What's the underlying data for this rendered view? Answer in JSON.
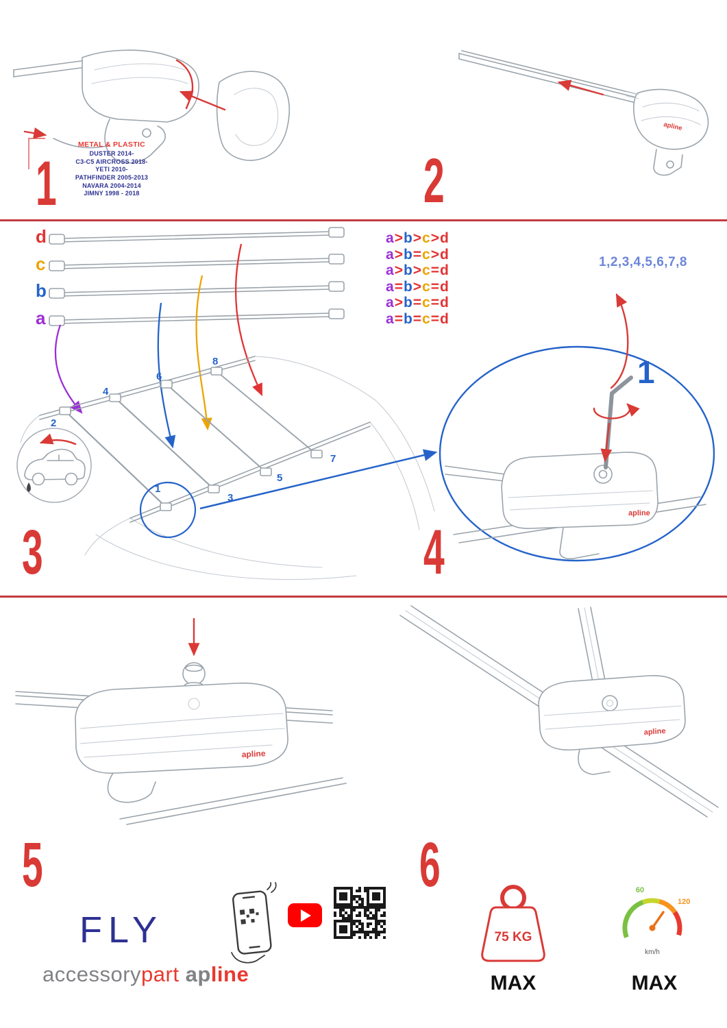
{
  "steps": {
    "n1": "1",
    "n2": "2",
    "n3": "3",
    "n4": "4",
    "n5": "5",
    "n6": "6"
  },
  "section1": {
    "material_title": "METAL & PLASTIC",
    "vehicles": [
      "DUSTER 2014-",
      "C3-C5 AIRCROSS 2018-",
      "YETI 2010-",
      "PATHFINDER 2005-2013",
      "NAVARA 2004-2014",
      "JIMNY 1998 - 2018"
    ]
  },
  "section3": {
    "bar_labels": [
      {
        "label": "d",
        "color": "#e23333"
      },
      {
        "label": "c",
        "color": "#eda400"
      },
      {
        "label": "b",
        "color": "#2563c9"
      },
      {
        "label": "a",
        "color": "#9b2fd6"
      }
    ],
    "letter_colors": {
      "a": "#9b2fd6",
      "b": "#2563c9",
      "c": "#eda400",
      "d": "#e23333",
      "operator": "#e23333"
    },
    "comparisons": [
      "a>b>c>d",
      "a>b=c>d",
      "a>b>c=d",
      "a=b>c=d",
      "a>b=c=d",
      "a=b=c=d"
    ],
    "positions": [
      "1",
      "2",
      "3",
      "4",
      "5",
      "6",
      "7",
      "8"
    ]
  },
  "section4": {
    "tighten_sequence": "1,2,3,4,5,6,7,8",
    "callout_number": "1"
  },
  "branding": {
    "name": "FLY",
    "foot_logo": "apline",
    "sub_brand": [
      {
        "text": "accessory",
        "color": "#808285",
        "weight": "400"
      },
      {
        "text": "part",
        "color": "#e8392f",
        "weight": "400"
      },
      {
        "text": " ",
        "color": "#808285",
        "weight": "400"
      },
      {
        "text": "ap",
        "color": "#808285",
        "weight": "700"
      },
      {
        "text": "line",
        "color": "#e8392f",
        "weight": "700"
      }
    ]
  },
  "limits": {
    "weight": "75 KG",
    "weight_max": "MAX",
    "speed_low": "60",
    "speed_high": "120",
    "speed_unit": "km/h",
    "speed_max": "MAX"
  },
  "colors": {
    "accent_red": "#d93a36",
    "blue": "#2563c9",
    "navy": "#2e3192",
    "separator": "#c23b40"
  }
}
